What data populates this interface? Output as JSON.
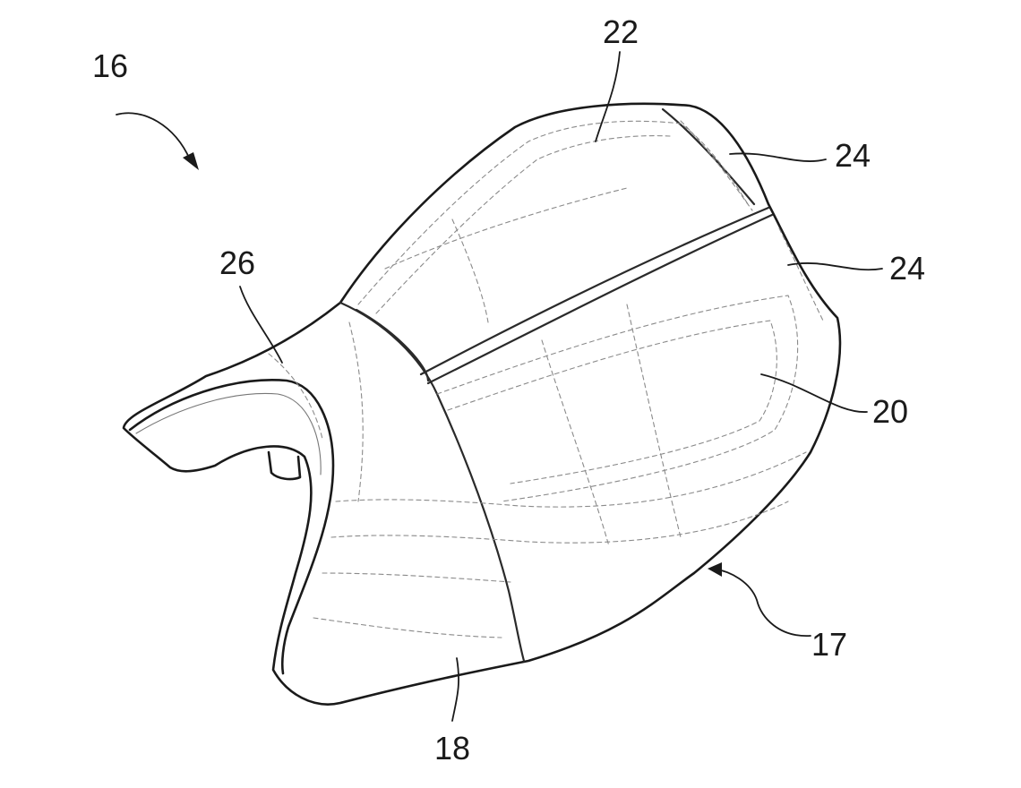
{
  "figure": {
    "reference_numerals": {
      "assembly": "16",
      "bottom_edge": "17",
      "front_seat_portion": "18",
      "driver_seat_surface": "20",
      "passenger_seat_surface": "22",
      "side_wall_upper": "24",
      "side_wall_lower": "24",
      "tank_extension": "26"
    }
  }
}
